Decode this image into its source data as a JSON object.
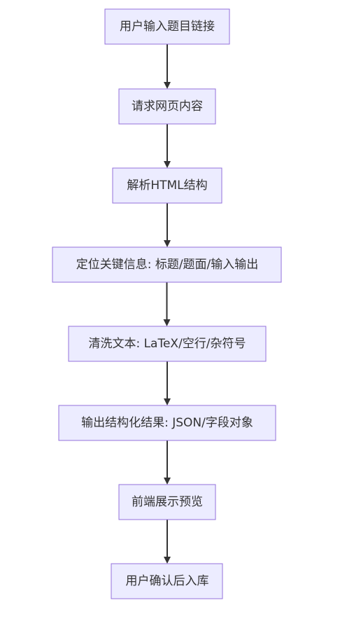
{
  "flowchart": {
    "nodes": [
      {
        "id": "n1",
        "label": "用户输入题目链接"
      },
      {
        "id": "n2",
        "label": "请求网页内容"
      },
      {
        "id": "n3",
        "label": "解析HTML结构"
      },
      {
        "id": "n4",
        "label": "定位关键信息: 标题/题面/输入输出"
      },
      {
        "id": "n5",
        "label": "清洗文本: LaTeX/空行/杂符号"
      },
      {
        "id": "n6",
        "label": "输出结构化结果: JSON/字段对象"
      },
      {
        "id": "n7",
        "label": "前端展示预览"
      },
      {
        "id": "n8",
        "label": "用户确认后入库"
      }
    ],
    "edges": [
      {
        "from": "n1",
        "to": "n2"
      },
      {
        "from": "n2",
        "to": "n3"
      },
      {
        "from": "n3",
        "to": "n4"
      },
      {
        "from": "n4",
        "to": "n5"
      },
      {
        "from": "n5",
        "to": "n6"
      },
      {
        "from": "n6",
        "to": "n7"
      },
      {
        "from": "n7",
        "to": "n8"
      }
    ],
    "colors": {
      "node_fill": "#ececff",
      "node_border": "#9370db",
      "text": "#333333",
      "edge": "#333333"
    }
  }
}
